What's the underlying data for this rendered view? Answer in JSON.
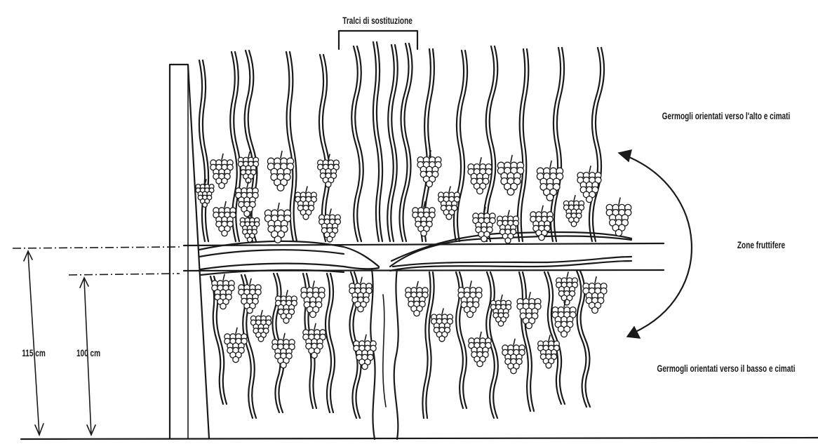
{
  "labels": {
    "replacement_canes": "Tralci di sostituzione",
    "shoots_up": "Germogli orientati verso l'alto e cimati",
    "fruiting_zones": "Zone fruttifere",
    "shoots_down": "Germogli orientati verso il basso e cimati",
    "height_upper": "115 cm",
    "height_lower": "100 cm"
  }
}
